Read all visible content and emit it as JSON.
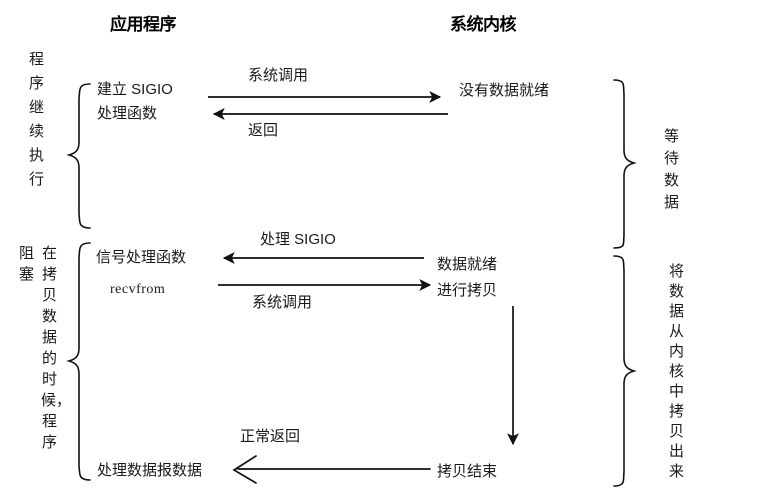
{
  "diagram": {
    "title_app": "应用程序",
    "title_kernel": "系统内核",
    "left_labels": {
      "brace1_text": "程序继续执行",
      "brace2_text_outer": "阻塞",
      "brace2_text_inner": "在拷贝数据的时候，程序"
    },
    "right_labels": {
      "brace1_text": "等待数据",
      "brace2_text": "将数据从内核中拷贝出来"
    },
    "app_nodes": [
      {
        "id": "setup-sigio",
        "text": "建立  SIGIO"
      },
      {
        "id": "handler-func",
        "text": "处理函数"
      },
      {
        "id": "signal-handler",
        "text": "信号处理函数"
      },
      {
        "id": "recvfrom",
        "text": "recvfrom"
      },
      {
        "id": "process-datagram",
        "text": "处理数据报数据"
      }
    ],
    "kernel_nodes": [
      {
        "id": "no-data-ready",
        "text": "没有数据就绪"
      },
      {
        "id": "data-ready",
        "text": "数据就绪"
      },
      {
        "id": "do-copy",
        "text": "进行拷贝"
      },
      {
        "id": "copy-finished",
        "text": "拷贝结束"
      }
    ],
    "arrows": [
      {
        "id": "syscall-1",
        "label": "系统调用",
        "direction": "right"
      },
      {
        "id": "return-1",
        "label": "返回",
        "direction": "left"
      },
      {
        "id": "deliver-sigio",
        "label": "处理  SIGIO",
        "direction": "left"
      },
      {
        "id": "syscall-2",
        "label": "系统调用",
        "direction": "right"
      },
      {
        "id": "normal-return",
        "label": "正常返回",
        "direction": "left"
      },
      {
        "id": "kernel-copy",
        "label": "",
        "direction": "down"
      }
    ],
    "colors": {
      "ink": "#111111",
      "background": "#ffffff"
    }
  }
}
